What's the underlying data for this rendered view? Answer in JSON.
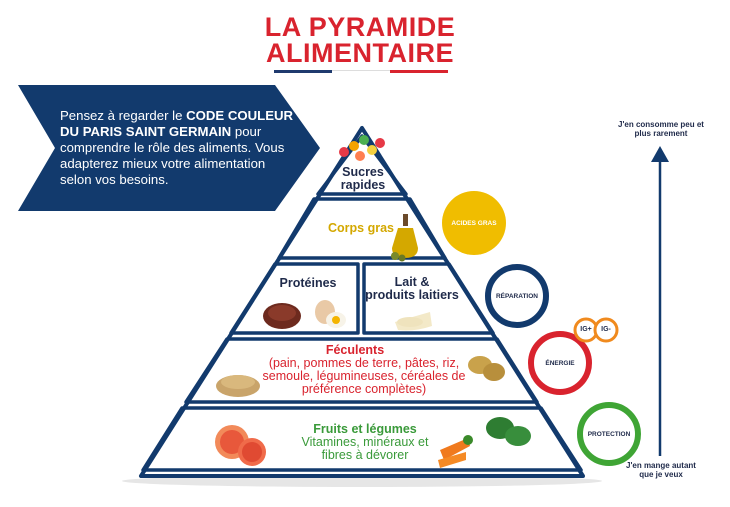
{
  "title": {
    "line1": "LA PYRAMIDE",
    "line2": "ALIMENTAIRE"
  },
  "banner": {
    "text_before": "Pensez à regarder le ",
    "text_bold": "CODE COULEUR DU PARIS SAINT GERMAIN",
    "text_after": " pour comprendre le rôle des aliments. Vous adapterez mieux votre alimentation selon vos besoins."
  },
  "pyramid": {
    "sucres": {
      "line1": "Sucres",
      "line2": "rapides"
    },
    "corps_gras": "Corps gras",
    "proteines": "Protéines",
    "lait": {
      "line1": "Lait &",
      "line2": "produits laitiers"
    },
    "feculents": {
      "title": "Féculents",
      "desc": "(pain, pommes de terre, pâtes, riz, semoule, légumineuses, céréales de préférence complètes)"
    },
    "fruits": {
      "title": "Fruits et légumes",
      "desc": "Vitamines, minéraux et  fibres à dévorer"
    }
  },
  "circles": {
    "acides_gras": "ACIDES GRAS",
    "reparation": "RÉPARATION",
    "energie": "ÉNERGIE",
    "ig_plus": "IG+",
    "ig_minus": "IG-",
    "protection": "PROTECTION"
  },
  "arrow": {
    "top": "J'en consomme peu et plus rarement",
    "bottom": "J'en mange autant que je veux"
  },
  "colors": {
    "red": "#d9232e",
    "navy": "#1f3a6e",
    "yellow": "#f0bd00",
    "green": "#3fa535",
    "orange": "#f08a1e"
  },
  "icons": [
    "gummy-candy-icon",
    "olive-oil-icon",
    "meat-icon",
    "eggs-icon",
    "cheese-icon",
    "potato-icon",
    "oats-icon",
    "grapefruit-icon",
    "carrots-icon",
    "spinach-icon"
  ]
}
